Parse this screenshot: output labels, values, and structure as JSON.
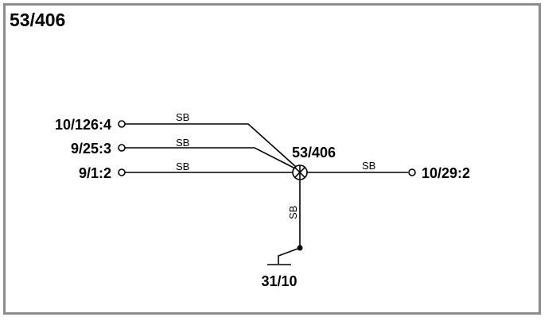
{
  "title": "53/406",
  "splice": {
    "label": "53/406"
  },
  "wire_label": "SB",
  "connectors": [
    {
      "id": "c1",
      "label": "10/126:4"
    },
    {
      "id": "c2",
      "label": "9/25:3"
    },
    {
      "id": "c3",
      "label": "9/1:2"
    },
    {
      "id": "c4",
      "label": "10/29:2"
    }
  ],
  "ground": {
    "label": "31/10"
  },
  "colors": {
    "frame": "#8c8c8c",
    "line": "#000000",
    "background": "#ffffff"
  }
}
